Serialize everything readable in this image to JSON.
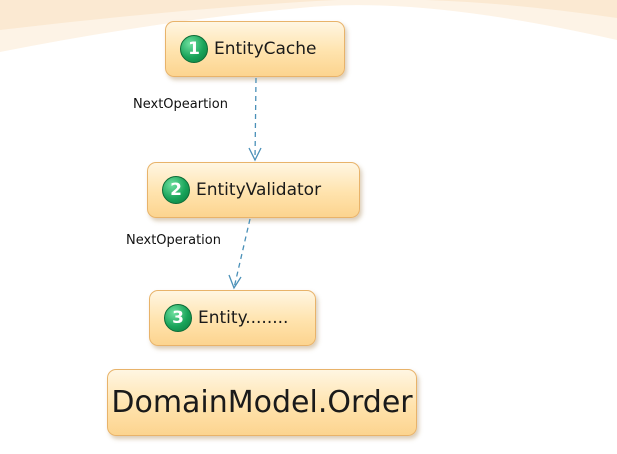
{
  "nodes": [
    {
      "id": "1",
      "badge": "1",
      "label": "EntityCache"
    },
    {
      "id": "2",
      "badge": "2",
      "label": "EntityValidator"
    },
    {
      "id": "3",
      "badge": "3",
      "label": "Entity........"
    },
    {
      "id": "4",
      "label": "DomainModel.Order"
    }
  ],
  "edges": [
    {
      "from": "1",
      "to": "2",
      "label": "NextOpeartion"
    },
    {
      "from": "2",
      "to": "3",
      "label": "NextOperation"
    }
  ],
  "colors": {
    "node_fill": "#ffe3ad",
    "node_border": "#e8b36a",
    "badge": "#19a45a",
    "edge": "#4a90b8",
    "background_arc": "#fdf3e6"
  }
}
